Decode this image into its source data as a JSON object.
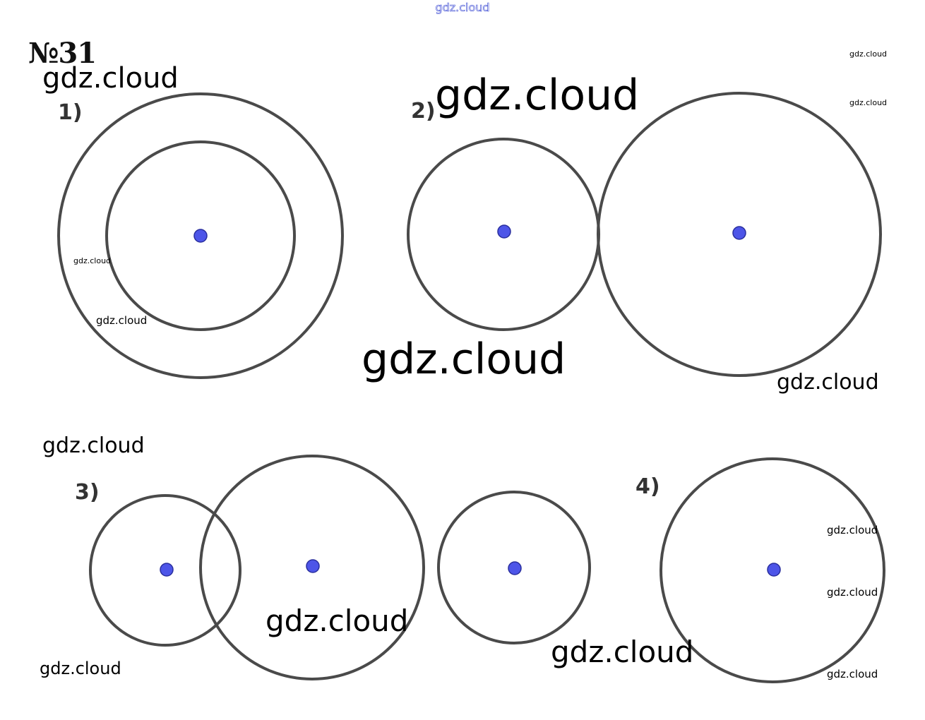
{
  "header": {
    "watermark": "gdz.cloud"
  },
  "problem": {
    "number": "№31"
  },
  "parts": [
    {
      "label": "1)"
    },
    {
      "label": "2)"
    },
    {
      "label": "3)"
    },
    {
      "label": "4)"
    }
  ],
  "watermarks": [
    "gdz.cloud",
    "gdz.cloud",
    "gdz.cloud",
    "gdz.cloud",
    "gdz.cloud",
    "gdz.cloud",
    "gdz.cloud",
    "gdz.cloud",
    "gdz.cloud",
    "gdz.cloud",
    "gdz.cloud",
    "gdz.cloud",
    "gdz.cloud",
    "gdz.cloud",
    "gdz.cloud"
  ],
  "colors": {
    "circle_stroke": "#4a4a4a",
    "center_fill": "#4d55e8",
    "center_stroke": "#2a2f9e"
  }
}
